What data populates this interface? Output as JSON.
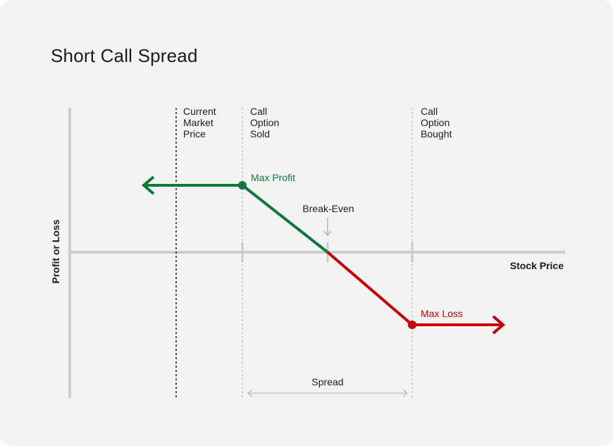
{
  "title": "Short Call Spread",
  "axes": {
    "y_label": "Profit or Loss",
    "x_label": "Stock Price"
  },
  "markers": [
    {
      "id": "current-market-price",
      "lines": [
        "Current",
        "Market",
        "Price"
      ],
      "style": "dotted-dark"
    },
    {
      "id": "call-option-sold",
      "lines": [
        "Call",
        "Option",
        "Sold"
      ],
      "style": "dotted-light"
    },
    {
      "id": "call-option-bought",
      "lines": [
        "Call",
        "Option",
        "Bought"
      ],
      "style": "dotted-light"
    }
  ],
  "annotations": {
    "max_profit": "Max Profit",
    "break_even": "Break-Even",
    "max_loss": "Max Loss",
    "spread": "Spread"
  },
  "colors": {
    "profit": "#0a7a3e",
    "loss": "#cc0000",
    "axis": "#cccccc",
    "text": "#1c1c1c"
  }
}
